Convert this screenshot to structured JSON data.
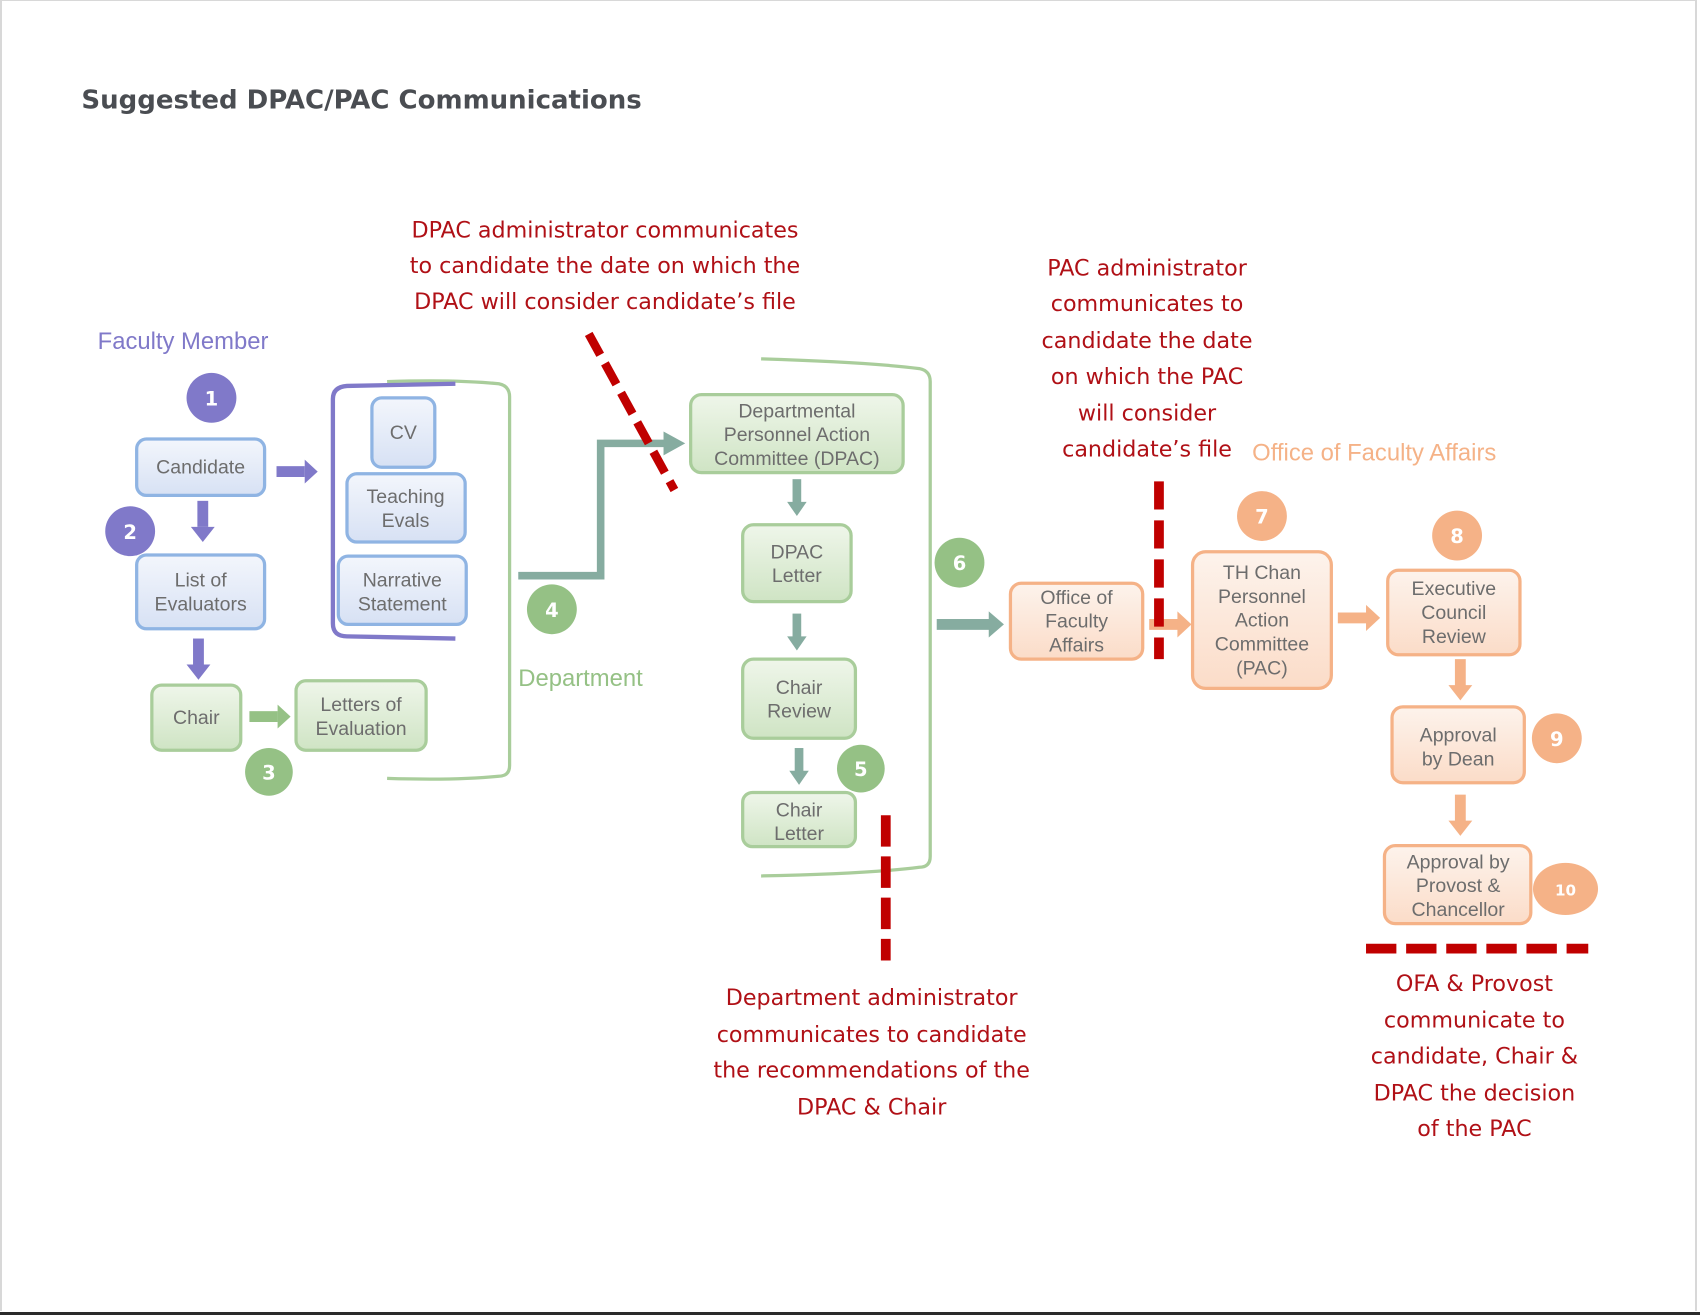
{
  "title": "Suggested DPAC/PAC Communications",
  "colors": {
    "purple": "#8079c9",
    "blue_border": "#8fb4e3",
    "green": "#95c185",
    "green_arrow": "#86aca0",
    "orange": "#f5b287",
    "red": "#c00000",
    "note_text": "#b01016"
  },
  "lanes": {
    "faculty_member": "Faculty Member",
    "department": "Department",
    "office_of_faculty_affairs": "Office of Faculty Affairs"
  },
  "boxes": {
    "candidate": [
      "Candidate"
    ],
    "list_of_evaluators": [
      "List of",
      "Evaluators"
    ],
    "cv": [
      "CV"
    ],
    "teaching_evals": [
      "Teaching",
      "Evals"
    ],
    "narrative_statement": [
      "Narrative",
      "Statement"
    ],
    "chair": [
      "Chair"
    ],
    "letters_of_evaluation": [
      "Letters of",
      "Evaluation"
    ],
    "dpac": [
      "Departmental",
      "Personnel Action",
      "Committee (DPAC)"
    ],
    "dpac_letter": [
      "DPAC",
      "Letter"
    ],
    "chair_review": [
      "Chair",
      "Review"
    ],
    "chair_letter": [
      "Chair",
      "Letter"
    ],
    "ofa": [
      "Office of",
      "Faculty",
      "Affairs"
    ],
    "pac": [
      "TH Chan",
      "Personnel",
      "Action",
      "Committee",
      "(PAC)"
    ],
    "executive_council": [
      "Executive",
      "Council",
      "Review"
    ],
    "approval_dean": [
      "Approval",
      "by Dean"
    ],
    "approval_provost": [
      "Approval by",
      "Provost &",
      "Chancellor"
    ]
  },
  "steps": [
    "1",
    "2",
    "3",
    "4",
    "5",
    "6",
    "7",
    "8",
    "9",
    "10"
  ],
  "notes": {
    "dpac_date": [
      "DPAC administrator communicates",
      "to candidate the date on which the",
      "DPAC will consider candidate’s file"
    ],
    "pac_date": [
      "PAC administrator",
      "communicates to",
      "candidate the date",
      "on which the PAC",
      "will consider",
      "candidate’s file"
    ],
    "department_recommendations": [
      "Department administrator",
      "communicates to candidate",
      "the recommendations of the",
      "DPAC & Chair"
    ],
    "pac_decision": [
      "OFA & Provost",
      "communicate to",
      "candidate, Chair &",
      "DPAC the decision",
      "of the PAC"
    ]
  }
}
